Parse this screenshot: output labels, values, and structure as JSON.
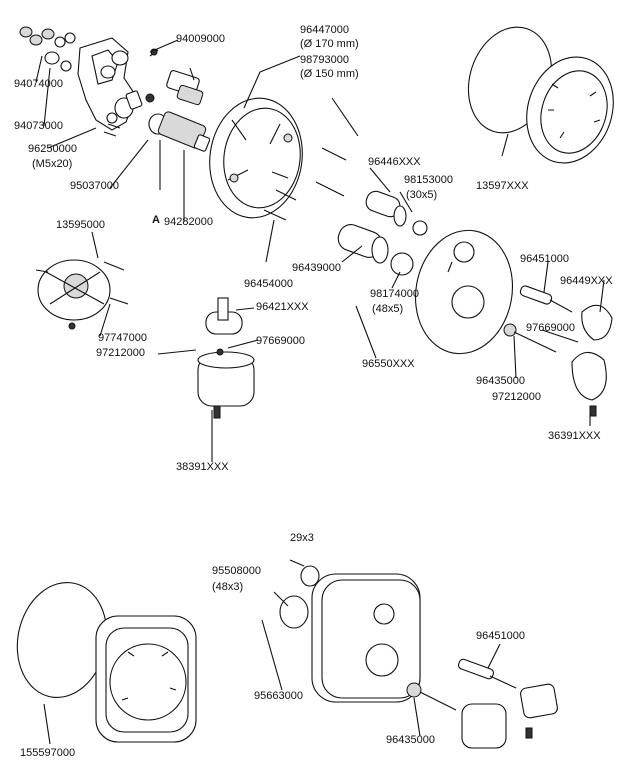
{
  "labels": {
    "p94074000": "94074000",
    "p94073000": "94073000",
    "p96250000": "96250000",
    "p96250000_size": "(M5x20)",
    "p95037000": "95037000",
    "pA": "A",
    "p94282000": "94282000",
    "p94009000": "94009000",
    "p96447000": "96447000",
    "p96447000_dia": "(Ø 170 mm)",
    "p98793000": "98793000",
    "p98793000_dia": "(Ø 150 mm)",
    "p96446xxx": "96446XXX",
    "p98153000": "98153000",
    "p98153000_size": "(30x5)",
    "p13597xxx": "13597XXX",
    "p13595000": "13595000",
    "p96454000": "96454000",
    "p96439000": "96439000",
    "p98174000": "98174000",
    "p98174000_size": "(48x5)",
    "p96451000_a": "96451000",
    "p96449xxx": "96449XXX",
    "p97747000": "97747000",
    "p96421xxx": "96421XXX",
    "p97669000_a": "97669000",
    "p97212000_a": "97212000",
    "p97669000_b": "97669000",
    "p96550xxx": "96550XXX",
    "p96435000_a": "96435000",
    "p97212000_b": "97212000",
    "p38391xxx": "38391XXX",
    "p36391xxx": "36391XXX",
    "p29x3": "29x3",
    "p95508000": "95508000",
    "p95508000_size": "(48x3)",
    "p96451000_b": "96451000",
    "p95663000": "95663000",
    "p96435000_b": "96435000",
    "p155597000": "155597000"
  }
}
